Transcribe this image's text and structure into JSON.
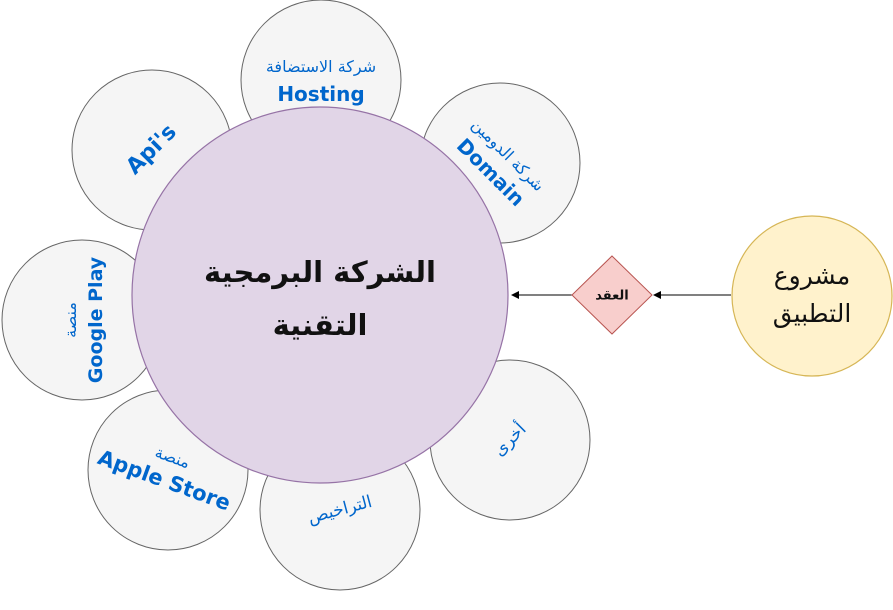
{
  "center": {
    "line1": "الشركة البرمجية",
    "line2": "التقنية"
  },
  "satellites": {
    "hosting": {
      "line1": "شركة الاستضافة",
      "line2": "Hosting"
    },
    "domain": {
      "line1": "شركة الدومين",
      "line2": "Domain"
    },
    "apis": {
      "label": "Api's"
    },
    "google_play": {
      "line1": "منصة",
      "line2": "Google Play"
    },
    "apple_store": {
      "line1": "منصة",
      "line2": "Apple Store"
    },
    "licenses": {
      "label": "التراخيص"
    },
    "other": {
      "label": "أخرى"
    }
  },
  "contract": {
    "label": "العقد"
  },
  "project": {
    "line1": "مشروع",
    "line2": "التطبيق"
  },
  "colors": {
    "center_fill": "#E1D5E7",
    "center_stroke": "#9673A6",
    "satellite_fill": "#F5F5F5",
    "satellite_stroke": "#666666",
    "contract_fill": "#F8CECC",
    "contract_stroke": "#B85450",
    "project_fill": "#FFF2CC",
    "project_stroke": "#D6B656",
    "label_blue": "#0066CC"
  }
}
